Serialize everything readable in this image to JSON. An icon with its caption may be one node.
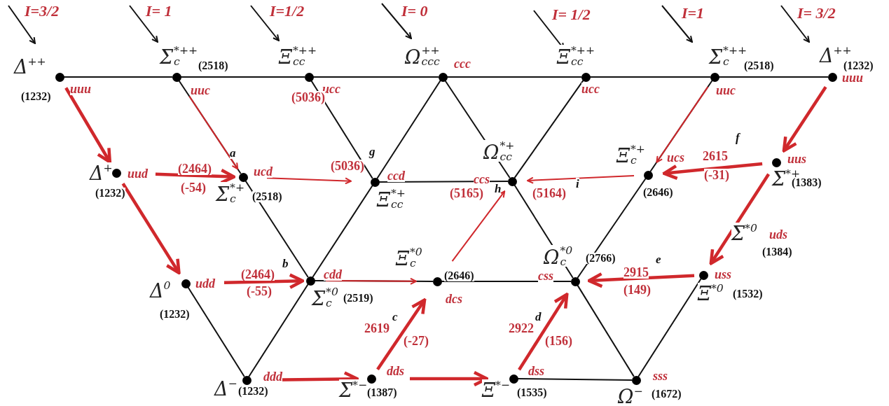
{
  "diagram": {
    "nodes": [
      {
        "text": [],
        "shape": "circle",
        "beside": [
          "Δ$^{++}$",
          "(1232)",
          "uuu"
        ]
      },
      {
        "text": [],
        "shape": "circle",
        "beside": [
          "Σ$^{*++}$$_{c}$",
          "(2518)",
          "uuc"
        ]
      },
      {
        "text": [],
        "shape": "circle",
        "beside": [
          "Ξ$^{*++}$$_{cc}$",
          "ucc"
        ]
      },
      {
        "text": [],
        "shape": "circle",
        "beside": [
          "Ω$^{++}$$_{ccc}$",
          "ccc"
        ]
      },
      {
        "text": [],
        "shape": "circle",
        "beside": [
          "Ξ$^{*++}$$_{cc}$",
          "ucc"
        ]
      },
      {
        "text": [],
        "shape": "circle",
        "beside": [
          "Σ$^{*++}$$_{c}$",
          "(2518)",
          "uuc"
        ]
      },
      {
        "text": [],
        "shape": "circle",
        "beside": [
          "Δ$^{++}$",
          "(1232)",
          "uuu"
        ]
      },
      {
        "text": [],
        "shape": "circle",
        "beside": [
          "Δ$^{+}$",
          "(1232)",
          "uud"
        ]
      },
      {
        "text": [],
        "shape": "circle",
        "beside": [
          "Σ$^{*+}$$_{c}$",
          "(2518)",
          "ucd"
        ]
      },
      {
        "text": [],
        "shape": "circle",
        "beside": [
          "Ξ$^{*+}$$_{cc}$",
          "ccd"
        ]
      },
      {
        "text": [],
        "shape": "circle",
        "beside": [
          "Ω$^{*+}$$_{cc}$",
          "ccs"
        ]
      },
      {
        "text": [],
        "shape": "circle",
        "beside": [
          "Ξ$^{*+}$$_{c}$",
          "(2646)",
          "ucs"
        ]
      },
      {
        "text": [],
        "shape": "circle",
        "beside": [
          "Σ$^{*+}$",
          "(1383)",
          "uus"
        ]
      },
      {
        "text": [],
        "shape": "circle",
        "beside": [
          "Δ$^{0}$",
          "(1232)",
          "udd"
        ]
      },
      {
        "text": [],
        "shape": "circle",
        "beside": [
          "Σ$^{*0}$$_{c}$",
          "(2519)",
          "cdd"
        ]
      },
      {
        "text": [],
        "shape": "circle",
        "beside": [
          "Ξ$^{*0}$$_{c}$",
          "(2646)",
          "dcs"
        ]
      },
      {
        "text": [],
        "shape": "circle",
        "beside": [
          "Ω$^{*0}$$_{c}$",
          "(2766)",
          "css"
        ]
      },
      {
        "text": [],
        "shape": "circle",
        "beside": [
          "Ξ$^{*0}$",
          "(1532)",
          "uss"
        ]
      },
      {
        "text": [],
        "shape": "circle",
        "beside": [
          "Δ$^{−}$",
          "(1232)",
          "ddd"
        ]
      },
      {
        "text": [],
        "shape": "circle",
        "beside": [
          "Σ$^{*−}$",
          "(1387)",
          "dds"
        ]
      },
      {
        "text": [],
        "shape": "circle",
        "beside": [
          "Ξ$^{*−}$",
          "(1535)",
          "dss"
        ]
      },
      {
        "text": [],
        "shape": "circle",
        "beside": [
          "Ω$^{−}$",
          "(1672)",
          "sss"
        ]
      }
    ],
    "edges": [
      {
        "from": 0,
        "to": 1,
        "arrow": "none"
      },
      {
        "from": 1,
        "to": 2,
        "arrow": "none"
      },
      {
        "from": 2,
        "to": 3,
        "arrow": "none"
      },
      {
        "from": 3,
        "to": 4,
        "arrow": "none"
      },
      {
        "from": 4,
        "to": 5,
        "arrow": "none"
      },
      {
        "from": 5,
        "to": 6,
        "arrow": "none"
      },
      {
        "from": 20,
        "to": 21,
        "arrow": "none"
      },
      {
        "from": 17,
        "to": 21,
        "arrow": "none"
      },
      {
        "from": 3,
        "to": 9,
        "arrow": "none"
      },
      {
        "from": 9,
        "to": 14,
        "arrow": "none"
      },
      {
        "from": 14,
        "to": 18,
        "arrow": "none"
      },
      {
        "from": 3,
        "to": 10,
        "arrow": "none"
      },
      {
        "from": 10,
        "to": 16,
        "arrow": "none"
      },
      {
        "from": 16,
        "to": 21,
        "arrow": "none"
      },
      {
        "from": 1,
        "to": 8,
        "arrow": "none"
      },
      {
        "from": 8,
        "to": 14,
        "arrow": "none"
      },
      {
        "from": 2,
        "to": 9,
        "arrow": "none"
      },
      {
        "from": 4,
        "to": 10,
        "arrow": "none"
      },
      {
        "from": 5,
        "to": 11,
        "arrow": "none"
      },
      {
        "from": 11,
        "to": 16,
        "arrow": "none"
      },
      {
        "from": 9,
        "to": 10,
        "arrow": "none"
      },
      {
        "from": 14,
        "to": 15,
        "arrow": "none"
      },
      {
        "from": 15,
        "to": 16,
        "arrow": "none"
      },
      {
        "from": 13,
        "to": 18,
        "arrow": "none"
      },
      {
        "from": 0,
        "to": 7,
        "arrow": "to",
        "style": "thick",
        "color": "#d0282c"
      },
      {
        "from": 7,
        "to": 13,
        "arrow": "to",
        "style": "thick",
        "color": "#d0282c"
      },
      {
        "from": 1,
        "to": 8,
        "arrow": "to",
        "color": "#d0282c"
      },
      {
        "from": 7,
        "to": 8,
        "arrow": "to",
        "style": "thick",
        "color": "#d0282c"
      },
      {
        "from": 8,
        "to": 9,
        "arrow": "to",
        "color": "#d0282c"
      },
      {
        "from": 13,
        "to": 14,
        "arrow": "to",
        "style": "thick",
        "color": "#d0282c"
      },
      {
        "from": 14,
        "to": 15,
        "arrow": "to",
        "color": "#d0282c"
      },
      {
        "from": 18,
        "to": 19,
        "arrow": "to",
        "style": "thick",
        "color": "#d0282c"
      },
      {
        "from": 19,
        "to": 20,
        "arrow": "to",
        "style": "thick",
        "color": "#d0282c"
      },
      {
        "from": 19,
        "to": 15,
        "arrow": "to",
        "style": "thick",
        "color": "#d0282c"
      },
      {
        "from": 20,
        "to": 16,
        "arrow": "to",
        "style": "thick",
        "color": "#d0282c"
      },
      {
        "from": 15,
        "to": 10,
        "arrow": "to",
        "color": "#d0282c"
      },
      {
        "from": 17,
        "to": 16,
        "arrow": "to",
        "style": "thick",
        "color": "#d0282c"
      },
      {
        "from": 12,
        "to": 11,
        "arrow": "to",
        "style": "thick",
        "color": "#d0282c"
      },
      {
        "from": 11,
        "to": 10,
        "arrow": "to",
        "color": "#d0282c"
      },
      {
        "from": 6,
        "to": 12,
        "arrow": "to",
        "style": "thick",
        "color": "#d0282c"
      },
      {
        "from": 12,
        "to": 17,
        "arrow": "to",
        "style": "thick",
        "color": "#d0282c"
      },
      {
        "from": 5,
        "to": 11,
        "arrow": "to",
        "color": "#d0282c"
      }
    ],
    "labels": [
      "I=3/2",
      "I= 1",
      "I=1/2",
      "I= 0",
      "I= 1/2",
      "I=1",
      "I= 3/2",
      "(5036)",
      "f",
      "a",
      "(2464)",
      "g",
      "2615",
      "(5036)",
      "(-54)",
      "(-31)",
      "(5165)",
      "h",
      "(5164)",
      "i",
      "Σ$^{*0}$",
      "uds",
      "(1384)",
      "b",
      "(2464)",
      "e",
      "2915",
      "(-55)",
      "(149)",
      "c",
      "2619",
      "d",
      "2922",
      "(-27)",
      "(156)"
    ]
  }
}
